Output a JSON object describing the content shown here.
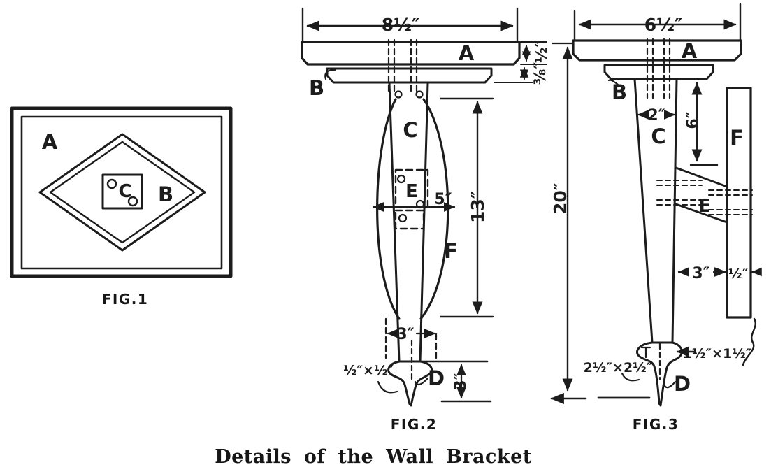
{
  "title": "Details of the Wall Bracket",
  "ink_color": "#1c1c1c",
  "paper_color": "#ffffff",
  "fig1": {
    "caption": "FIG.1",
    "label_a": "A",
    "label_b": "B",
    "label_c": "C"
  },
  "fig2": {
    "caption": "FIG.2",
    "label_a": "A",
    "label_b": "B",
    "label_c": "C",
    "label_d": "D",
    "label_e": "E",
    "label_f": "F",
    "dims": {
      "shelf_width": "8½″",
      "shelf_thickness": "½″",
      "molding_thickness": "⅜″",
      "bracket_length": "13″",
      "bracket_width": "5″",
      "bottom_width": "3″",
      "finial_height": "3″",
      "finial_stock": "½″×½″"
    }
  },
  "fig3": {
    "caption": "FIG.3",
    "label_a": "A",
    "label_b": "B",
    "label_c": "C",
    "label_d": "D",
    "label_e": "E",
    "label_f": "F",
    "dims": {
      "shelf_depth": "6½″",
      "overall_height": "20″",
      "post_top_width": "2″",
      "upper_span": "6″",
      "wall_gap": "3″",
      "back_board_thickness": "½″",
      "finial_stock": "2½″×2½″",
      "post_stock": "1½″×1½″"
    }
  }
}
